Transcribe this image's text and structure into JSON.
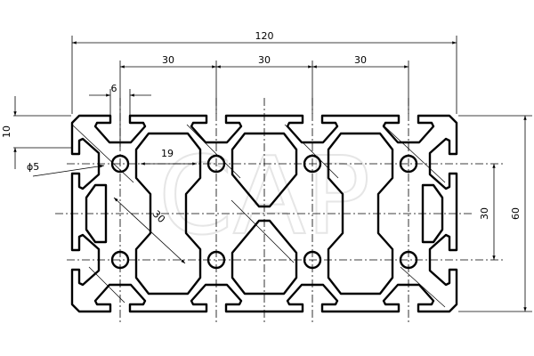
{
  "drawing": {
    "title": "Aluminium profile 60x120 cross-section",
    "colors": {
      "line": "#000000",
      "background": "#ffffff",
      "watermark": "#e6e6e6"
    },
    "dimensions": {
      "overall_width": "120",
      "pitch_1": "30",
      "pitch_2": "30",
      "pitch_3": "30",
      "slot_width": "6",
      "lip_height": "10",
      "hole_diameter": "ϕ5",
      "web_gap": "19",
      "diagonal": "30",
      "vertical_pitch": "30",
      "overall_height": "60"
    },
    "watermark": "CAP"
  }
}
